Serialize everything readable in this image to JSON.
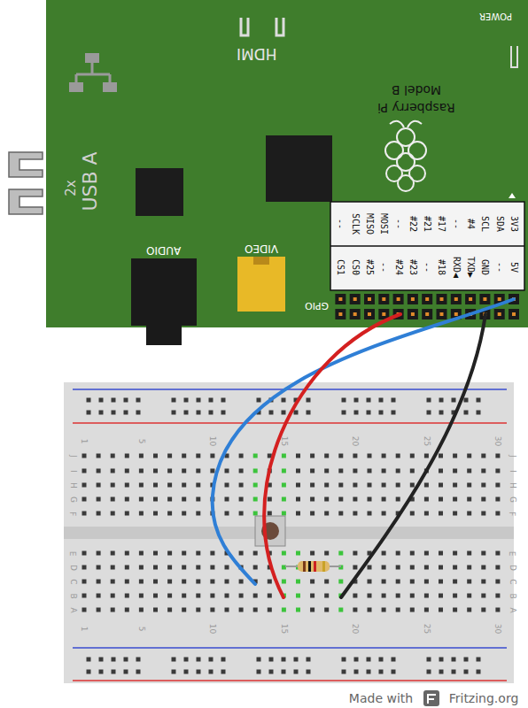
{
  "diagram": {
    "labels": [
      "POWER",
      "HDMI",
      "Raspberry Pi",
      "Model B",
      "2x",
      "USB A",
      "AUDIO",
      "VIDEO",
      "GPIO",
      "3V3",
      "SDA",
      "SCL",
      "#4",
      "--",
      "#17",
      "#21",
      "#22",
      "--",
      "MOSI",
      "MISO",
      "SCLK",
      "--",
      "5V",
      "--",
      "GND",
      "TXD▶",
      "RXD◀",
      "#18",
      "--",
      "#23",
      "#24",
      "--",
      "#25",
      "CS0",
      "CS1",
      "1",
      "5",
      "10",
      "15",
      "20",
      "25",
      "30",
      "1",
      "5",
      "10",
      "15",
      "20",
      "25",
      "30",
      "J",
      "I",
      "H",
      "G",
      "F",
      "E",
      "D",
      "C",
      "B",
      "A",
      "J",
      "I",
      "H",
      "G",
      "F",
      "E",
      "D",
      "C",
      "B",
      "A",
      "Made with",
      "Fritzing.org"
    ]
  }
}
